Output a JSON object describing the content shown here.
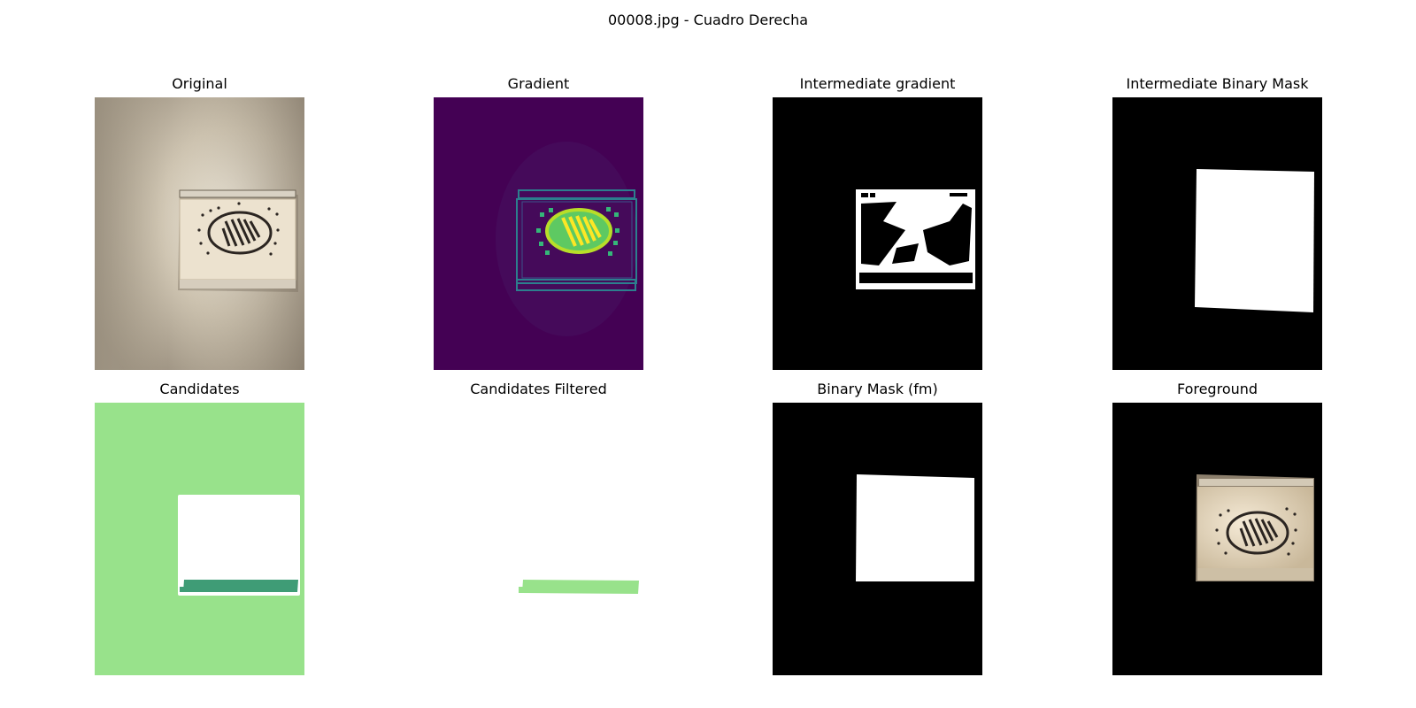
{
  "figure": {
    "title": "00008.jpg - Cuadro Derecha"
  },
  "panels": [
    {
      "title": "Original"
    },
    {
      "title": "Gradient"
    },
    {
      "title": "Intermediate gradient"
    },
    {
      "title": "Intermediate Binary Mask"
    },
    {
      "title": "Candidates"
    },
    {
      "title": "Candidates Filtered"
    },
    {
      "title": "Binary Mask (fm)"
    },
    {
      "title": "Foreground"
    }
  ],
  "colors": {
    "wall": "#a9a08e",
    "viridis_bg": "#440154",
    "viridis_edge": "#2c7f8e",
    "viridis_peak": "#b8de29",
    "mask_fg": "#ffffff",
    "mask_bg": "#000000",
    "candidate_bg": "#98e28b",
    "candidate_dark": "#3f9c76"
  }
}
